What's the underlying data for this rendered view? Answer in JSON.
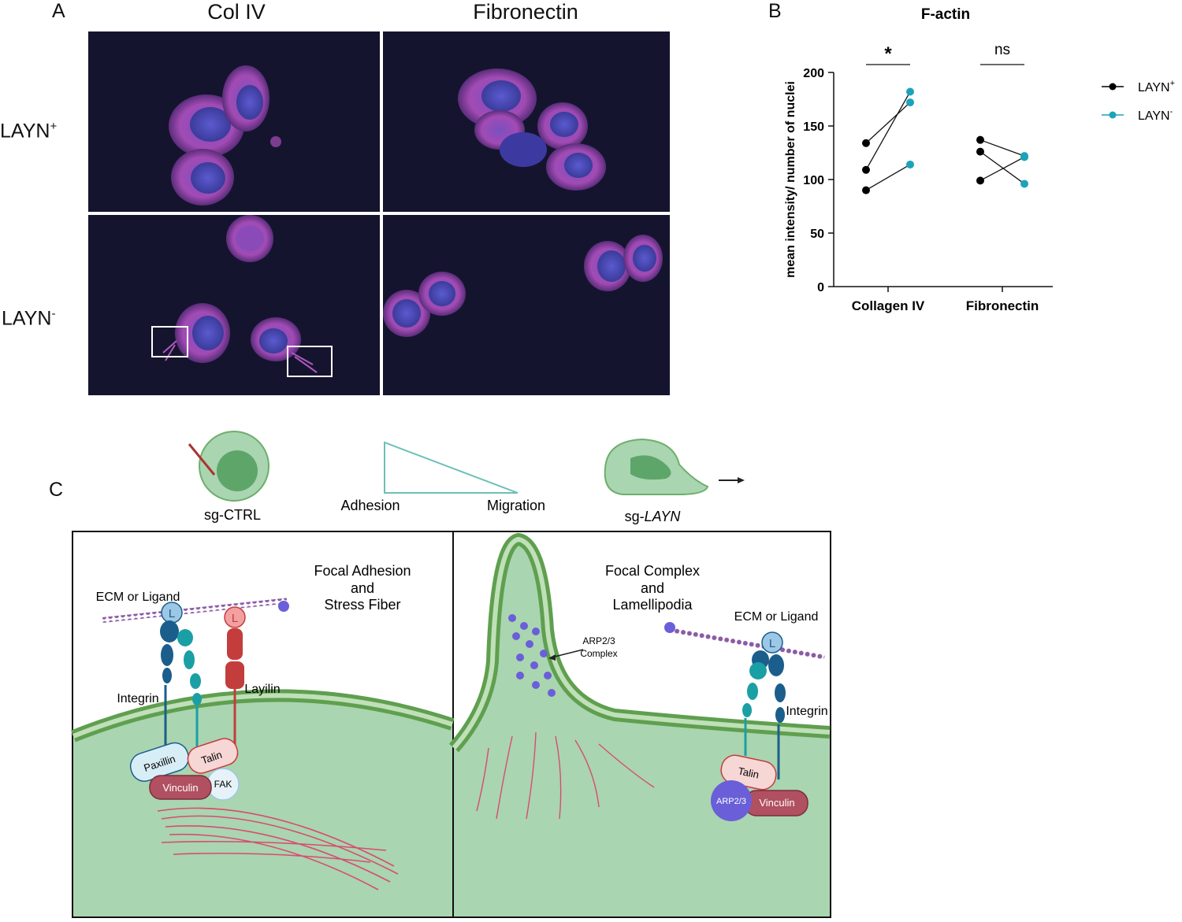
{
  "panel_a": {
    "letter": "A",
    "columns": [
      "Col IV",
      "Fibronectin"
    ],
    "rows": [
      {
        "base": "LAYN",
        "sup": "+"
      },
      {
        "base": "LAYN",
        "sup": "-"
      }
    ]
  },
  "panel_b": {
    "letter": "B",
    "legend": [
      {
        "base": "LAYN",
        "sup": "+",
        "color": "#000000"
      },
      {
        "base": "LAYN",
        "sup": "-",
        "color": "#1ba3b8"
      }
    ],
    "significance": [
      "*",
      "ns"
    ]
  },
  "chart_data": {
    "type": "scatter",
    "title": "F-actin",
    "xlabel": "",
    "ylabel": "mean intensity/ number of nuclei",
    "ylim": [
      0,
      200
    ],
    "yticks": [
      "0",
      "50",
      "100",
      "150",
      "200"
    ],
    "categories": [
      "Collagen IV",
      "Fibronectin"
    ],
    "series": [
      {
        "name": "LAYN+",
        "color": "#000000",
        "values": {
          "Collagen IV": [
            134,
            109,
            90
          ],
          "Fibronectin": [
            137,
            126,
            99
          ]
        }
      },
      {
        "name": "LAYN-",
        "color": "#1ba3b8",
        "values": {
          "Collagen IV": [
            172,
            182,
            114
          ],
          "Fibronectin": [
            121,
            122,
            96
          ]
        }
      }
    ],
    "pairs": {
      "Collagen IV": [
        [
          134,
          172
        ],
        [
          109,
          182
        ],
        [
          90,
          114
        ]
      ],
      "Fibronectin": [
        [
          137,
          122
        ],
        [
          126,
          96
        ],
        [
          99,
          121
        ]
      ]
    },
    "grid": false,
    "legend_position": "top-right"
  },
  "panel_c": {
    "letter": "C",
    "sg_ctrl": "sg-CTRL",
    "sg_layn_prefix": "sg-",
    "sg_layn_italic": "LAYN",
    "adhesion": "Adhesion",
    "migration": "Migration",
    "left_title": [
      "Focal Adhesion",
      "and",
      "Stress Fiber"
    ],
    "right_title": [
      "Focal Complex",
      "and",
      "Lamellipodia"
    ],
    "ecm_left": "ECM or Ligand",
    "ecm_right": "ECM or Ligand",
    "integrin": "Integrin",
    "layilin": "Layilin",
    "paxillin": "Paxillin",
    "talin": "Talin",
    "vinculin": "Vinculin",
    "fak": "FAK",
    "arp_complex": [
      "ARP2/3",
      "Complex"
    ],
    "arp23": "ARP2/3",
    "ligand": "L",
    "colors": {
      "membrane": "#5f9f4f",
      "cytoplasm": "#a9d5b0",
      "layilin": "#c43d3d",
      "integrin_dark": "#1b5e8c",
      "integrin_teal": "#1aa0a4",
      "actin": "#d94b72",
      "arp": "#6a5fd8"
    }
  }
}
